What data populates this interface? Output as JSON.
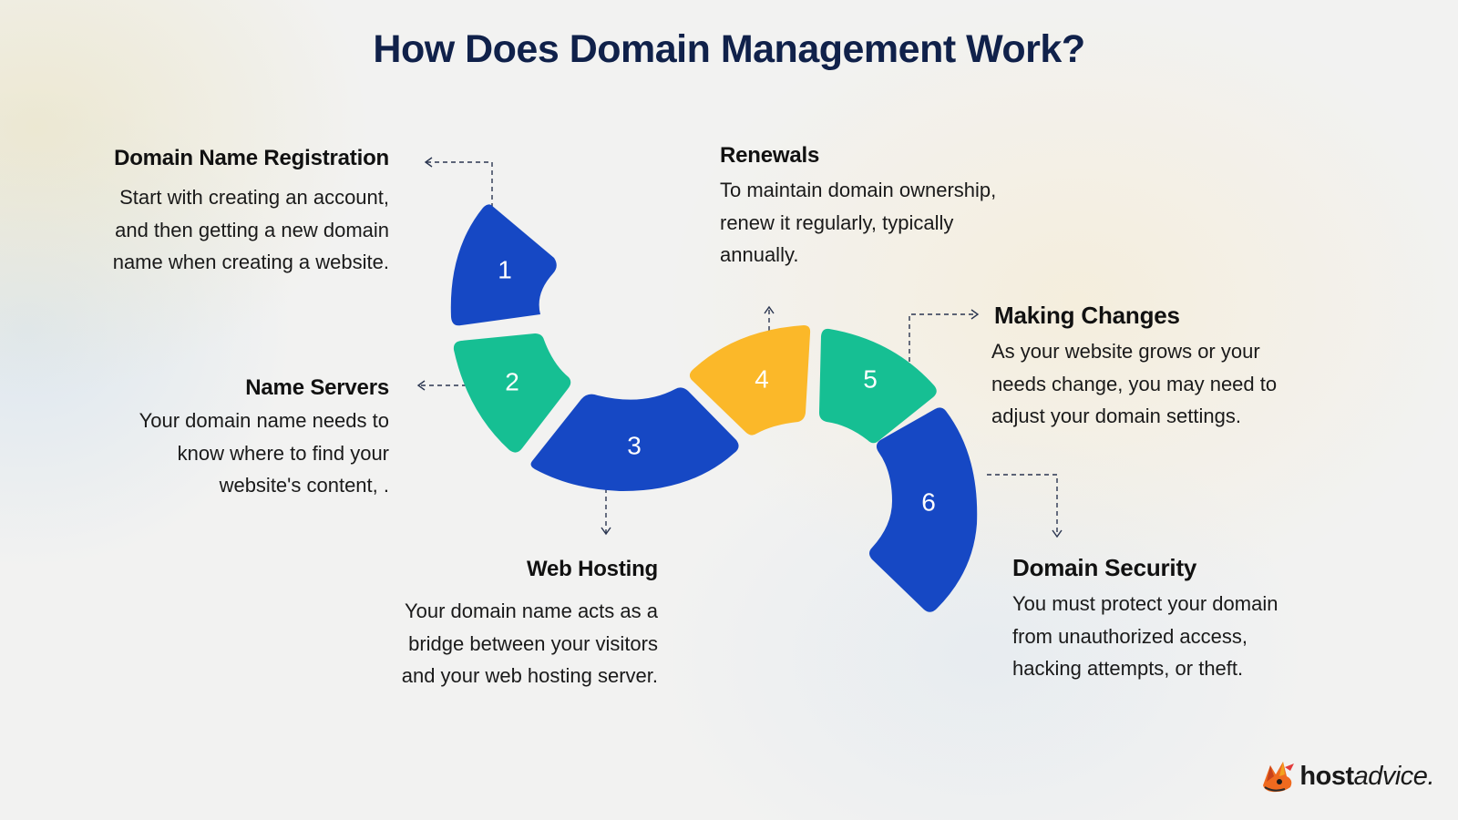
{
  "title": "How Does Domain Management Work?",
  "colors": {
    "blue": "#1648c4",
    "green": "#16bf93",
    "yellow": "#fbb829",
    "title": "#10214a"
  },
  "segments": [
    {
      "number": "1",
      "color": "blue"
    },
    {
      "number": "2",
      "color": "green"
    },
    {
      "number": "3",
      "color": "blue"
    },
    {
      "number": "4",
      "color": "yellow"
    },
    {
      "number": "5",
      "color": "green"
    },
    {
      "number": "6",
      "color": "blue"
    }
  ],
  "steps": [
    {
      "heading": "Domain Name Registration",
      "lines": [
        "Start with creating an account,",
        "and then getting a new domain",
        "name when creating a website."
      ]
    },
    {
      "heading": "Name Servers",
      "lines": [
        "Your domain name needs to",
        "know where to find your",
        "website's content, ."
      ]
    },
    {
      "heading": "Web Hosting",
      "lines": [
        "Your domain name acts as a",
        "bridge between your visitors",
        "and your web hosting server."
      ]
    },
    {
      "heading": "Renewals",
      "lines": [
        "To maintain domain ownership,",
        "renew it regularly, typically",
        "annually."
      ]
    },
    {
      "heading": "Making Changes",
      "lines": [
        "As your website grows or your",
        "needs change, you may need to",
        "adjust your domain settings."
      ]
    },
    {
      "heading": "Domain Security",
      "lines": [
        "You must protect your domain",
        "from unauthorized access,",
        "hacking attempts, or theft."
      ]
    }
  ],
  "logo": {
    "bold": "host",
    "italic": "advice."
  }
}
